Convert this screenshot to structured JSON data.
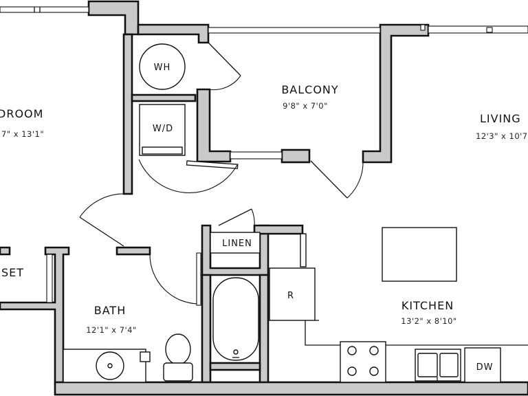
{
  "rooms": {
    "bedroom": {
      "name": "DROOM",
      "dims": "7\" x 13'1\""
    },
    "balcony": {
      "name": "BALCONY",
      "dims": "9'8\" x 7'0\""
    },
    "living": {
      "name": "LIVING",
      "dims": "12'3\" x 10'7"
    },
    "bath": {
      "name": "BATH",
      "dims": "12'1\" x 7'4\""
    },
    "kitchen": {
      "name": "KITCHEN",
      "dims": "13'2\" x 8'10\""
    },
    "closet": {
      "name": "SET"
    }
  },
  "fixtures": {
    "water_heater": "WH",
    "washer_dryer": "W/D",
    "linen": "LINEN",
    "refrigerator": "R",
    "dishwasher": "DW"
  },
  "colors": {
    "wall_fill": "#c9cacb",
    "line": "#111111",
    "background": "#ffffff"
  }
}
